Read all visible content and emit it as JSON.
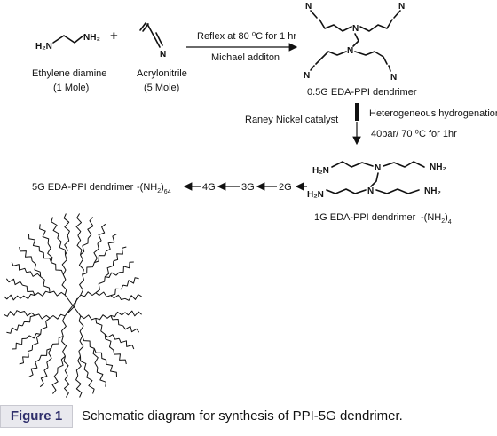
{
  "diagram": {
    "reactant1": {
      "formula_left": "H₂N",
      "formula_right": "NH₂",
      "name": "Ethylene diamine",
      "amount": "(1 Mole)"
    },
    "plus": "+",
    "reactant2": {
      "atom": "N",
      "name": "Acrylonitrile",
      "amount": "(5 Mole)"
    },
    "step1": {
      "condition_top": "Reflex at 80 ⁰C for 1 hr",
      "condition_bottom": "Michael additon"
    },
    "product1": {
      "name": "0.5G EDA-PPI dendrimer",
      "atoms": [
        "N",
        "N",
        "N",
        "N",
        "N",
        "N"
      ]
    },
    "step2": {
      "catalyst": "Raney Nickel catalyst",
      "process": "Heterogeneous hydrogenation",
      "conditions": "40bar/ 70 ⁰C for 1hr"
    },
    "product2": {
      "name": "1G EDA-PPI dendrimer",
      "end_group": "-(NH",
      "end_group_sub": "2",
      "end_group_close": ")",
      "end_group_count": "4",
      "n_labels": [
        "N",
        "N"
      ],
      "nh2_labels": [
        "H₂N",
        "NH₂",
        "H₂N",
        "NH₂"
      ]
    },
    "series": {
      "g2": "2G",
      "g3": "3G",
      "g4": "4G",
      "g5_open": "-(NH",
      "g5_sub": "2",
      "g5_close": ")",
      "g5_count": "64",
      "g5_name": "5G EDA-PPI dendrimer"
    }
  },
  "caption": {
    "label": "Figure 1",
    "text": "Schematic diagram for synthesis of PPI-5G dendrimer."
  }
}
